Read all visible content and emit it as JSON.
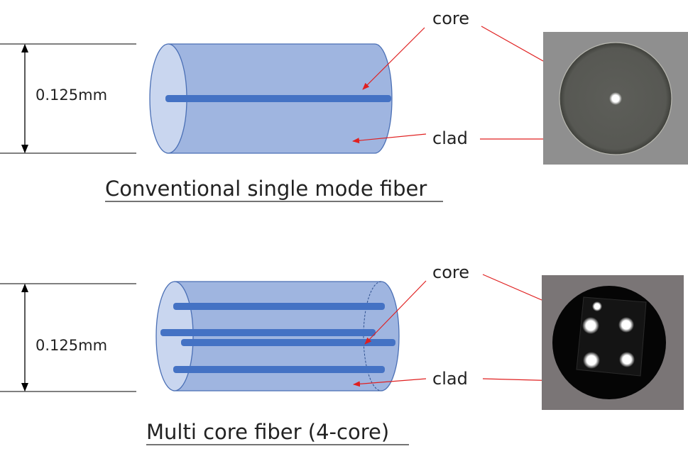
{
  "colors": {
    "cylinder_fill": "#9fb5e0",
    "cylinder_end": "#c9d6ef",
    "cylinder_stroke": "#4a6fb5",
    "core_rod": "#4472c4",
    "arrow": "#e02020",
    "dimension_line": "#000000",
    "photo1_bg": "#8f8f8f",
    "photo1_disc": "#5a5b57",
    "photo2_bg": "#7a7576",
    "photo2_disc": "#050505",
    "core_glow": "#ffffff"
  },
  "sections": [
    {
      "id": "single",
      "dimension_label": "0.125mm",
      "core_label": "core",
      "clad_label": "clad",
      "caption": "Conventional single mode fiber",
      "core_count": 1
    },
    {
      "id": "multi",
      "dimension_label": "0.125mm",
      "core_label": "core",
      "clad_label": "clad",
      "caption": "Multi core fiber (4-core)",
      "core_count": 4
    }
  ]
}
